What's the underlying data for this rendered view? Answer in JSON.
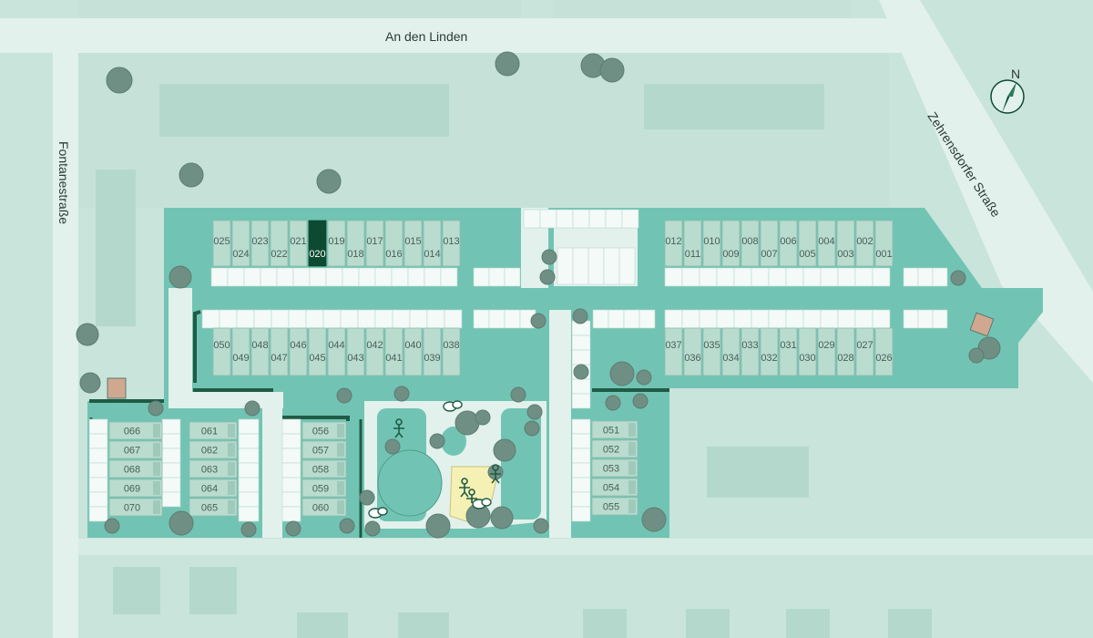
{
  "streets": {
    "north": "An den Linden",
    "west": "Fontanestraße",
    "east": "Zehrensdorfer Straße"
  },
  "compass": {
    "label": "N",
    "icon": "compass-icon"
  },
  "selected_unit": "020",
  "colors": {
    "background": "#c9e4db",
    "road": "#e2f1ec",
    "site": "#71c4b3",
    "unit": "#b9dccf",
    "selected": "#0d4a32",
    "tree": "#6f8f84",
    "playground": "#f5f1b4"
  },
  "rows": {
    "row_a_top": [
      "025",
      "023",
      "021",
      "019",
      "017",
      "015",
      "013"
    ],
    "row_a_bottom": [
      "024",
      "022",
      "020",
      "018",
      "016",
      "014"
    ],
    "row_b_top": [
      "012",
      "010",
      "008",
      "006",
      "004",
      "002"
    ],
    "row_b_bottom": [
      "011",
      "009",
      "007",
      "005",
      "003",
      "001"
    ],
    "row_c_top": [
      "050",
      "048",
      "046",
      "044",
      "042",
      "040",
      "038"
    ],
    "row_c_bottom": [
      "049",
      "047",
      "045",
      "043",
      "041",
      "039"
    ],
    "row_d_top": [
      "037",
      "035",
      "033",
      "031",
      "029",
      "027"
    ],
    "row_d_bottom": [
      "036",
      "034",
      "032",
      "030",
      "028",
      "026"
    ],
    "col_e": [
      "066",
      "067",
      "068",
      "069",
      "070"
    ],
    "col_f": [
      "061",
      "062",
      "063",
      "064",
      "065"
    ],
    "col_g": [
      "056",
      "057",
      "058",
      "059",
      "060"
    ],
    "col_h": [
      "051",
      "052",
      "053",
      "054",
      "055"
    ]
  }
}
